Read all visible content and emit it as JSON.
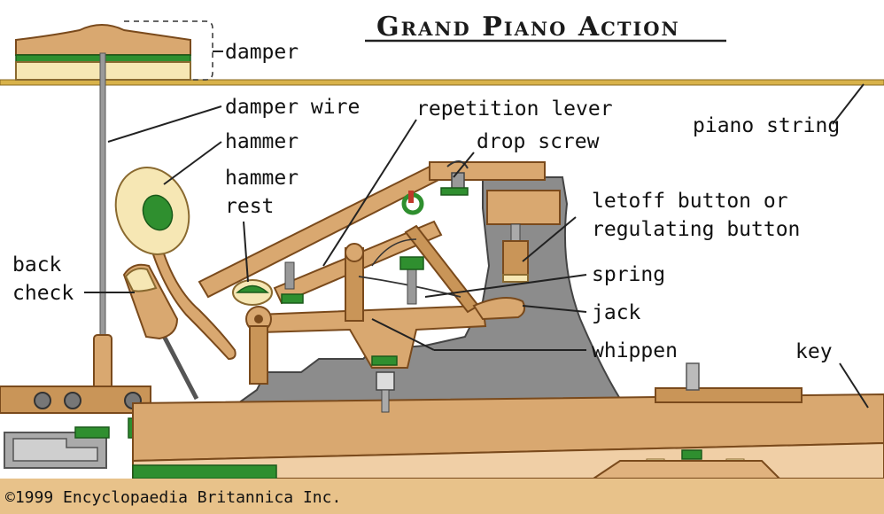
{
  "title": "Grand Piano Action",
  "labels": {
    "damper": "damper",
    "damper_wire": "damper wire",
    "hammer": "hammer",
    "hammer_rest_1": "hammer",
    "hammer_rest_2": "rest",
    "back_check_1": "back",
    "back_check_2": "check",
    "repetition_lever": "repetition lever",
    "drop_screw": "drop screw",
    "piano_string": "piano string",
    "letoff_1": "letoff button or",
    "letoff_2": "regulating button",
    "spring": "spring",
    "jack": "jack",
    "whippen": "whippen",
    "key": "key"
  },
  "credit": "©1999 Encyclopaedia Britannica Inc.",
  "colors": {
    "wood": "#d9a870",
    "felt_green": "#2f8f2f",
    "frame_grey": "#8c8c8c",
    "string": "#d8b24a",
    "footer": "#e8c28a"
  }
}
